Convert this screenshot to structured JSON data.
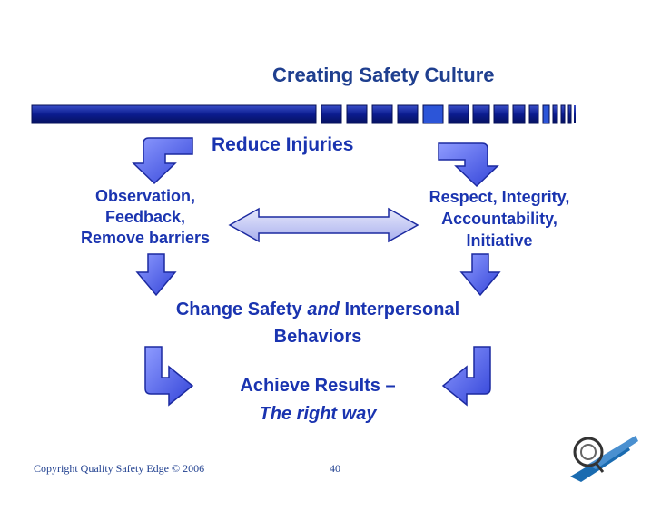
{
  "title": "Creating Safety Culture",
  "headline": "Reduce Injuries",
  "left_box": [
    "Observation,",
    "Feedback,",
    "Remove barriers"
  ],
  "right_box": [
    "Respect, Integrity,",
    "Accountability,",
    "Initiative"
  ],
  "change": {
    "pre": "Change Safety ",
    "emph": "and",
    "post": " Interpersonal",
    "line2": "Behaviors"
  },
  "achieve": {
    "line1": "Achieve Results –",
    "line2": "The right way"
  },
  "footer": {
    "copyright": "Copyright Quality Safety Edge © 2006",
    "page": "40"
  },
  "colors": {
    "title": "#1f3f8f",
    "text_blue": "#1a34b0",
    "bar_dark": "#0a1a8a",
    "arrow_fill": "#5566e8",
    "double_arrow_fill": "#c8ccf4"
  }
}
